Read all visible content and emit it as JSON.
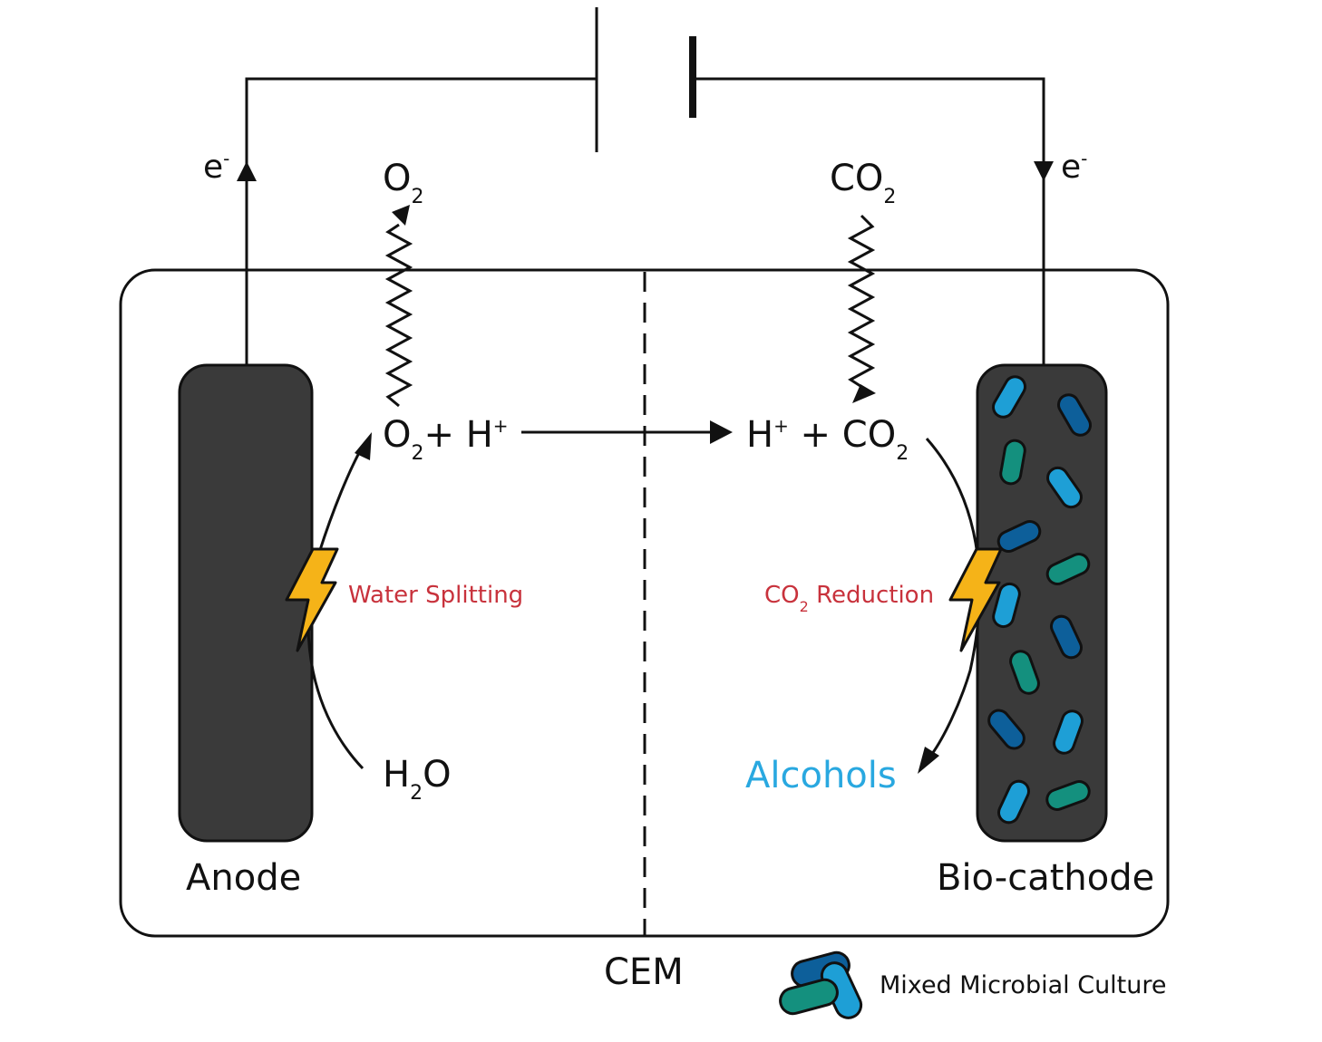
{
  "labels": {
    "anode": "Anode",
    "biocathode": "Bio-cathode",
    "membrane": "CEM",
    "legend": "Mixed Microbial Culture",
    "electron_left": {
      "base": "e",
      "sup": "-"
    },
    "electron_right": {
      "base": "e",
      "sup": "-"
    },
    "o2_top": {
      "base": "O",
      "sub": "2"
    },
    "co2_top": {
      "base": "CO",
      "sub": "2"
    },
    "o2_h": {
      "a": "O",
      "a_sub": "2",
      "b": "+ H",
      "b_sup": "+"
    },
    "h_co2": {
      "a": "H",
      "a_sup": "+",
      "b": " + CO",
      "b_sub": "2"
    },
    "h2o": {
      "a": "H",
      "a_sub": "2",
      "b": "O"
    },
    "water_splitting": "Water Splitting",
    "co2_reduction": {
      "a": "CO",
      "a_sub": "2",
      "b": " Reduction"
    },
    "alcohols": "Alcohols"
  },
  "colors": {
    "electrode": "#3a3a3a",
    "outline": "#111111",
    "red_label": "#c8323c",
    "alcohols": "#29a8e0",
    "bolt": "#f5b318",
    "microbe_light_blue": "#1e9fd6",
    "microbe_dark_blue": "#0d5f9a",
    "microbe_teal": "#14907e"
  }
}
